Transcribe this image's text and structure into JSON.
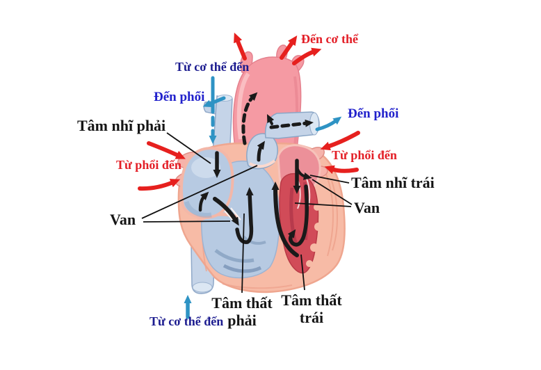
{
  "labels": {
    "den_co_the": "Đến cơ thể",
    "tu_co_the_den_top": "Từ cơ thể đến",
    "den_phoi_left": "Đến phổi",
    "den_phoi_right": "Đến phổi",
    "tam_nhi_phai": "Tâm nhĩ phải",
    "tu_phoi_den_left": "Từ phổi đến",
    "tu_phoi_den_right": "Từ phổi đến",
    "tam_nhi_trai": "Tâm nhĩ trái",
    "van_left": "Van",
    "van_right": "Van",
    "tam_that_phai_line1": "Tâm thất",
    "tam_that_phai_line2": "phải",
    "tam_that_trai_line1": "Tâm thất",
    "tam_that_trai_line2": "trái",
    "tu_co_the_den_bottom": "Từ cơ thể đến"
  },
  "colors": {
    "background": "#ffffff",
    "label_black": "#151515",
    "label_red": "#e31e26",
    "label_blue": "#2222cc",
    "label_navy": "#1b1b8f",
    "arrow_red": "#e6201e",
    "arrow_teal": "#2e93c4",
    "arrow_black": "#1a1a1a",
    "heart_wall": "#f7bba6",
    "heart_wall_edge": "#e79a85",
    "deoxygenated_chamber": "#b7cae2",
    "vein_vessel": "#c5d4e8",
    "aorta": "#f59aa3",
    "oxygenated_chamber": "#ec9099",
    "left_ventricle": "#d14b58"
  }
}
